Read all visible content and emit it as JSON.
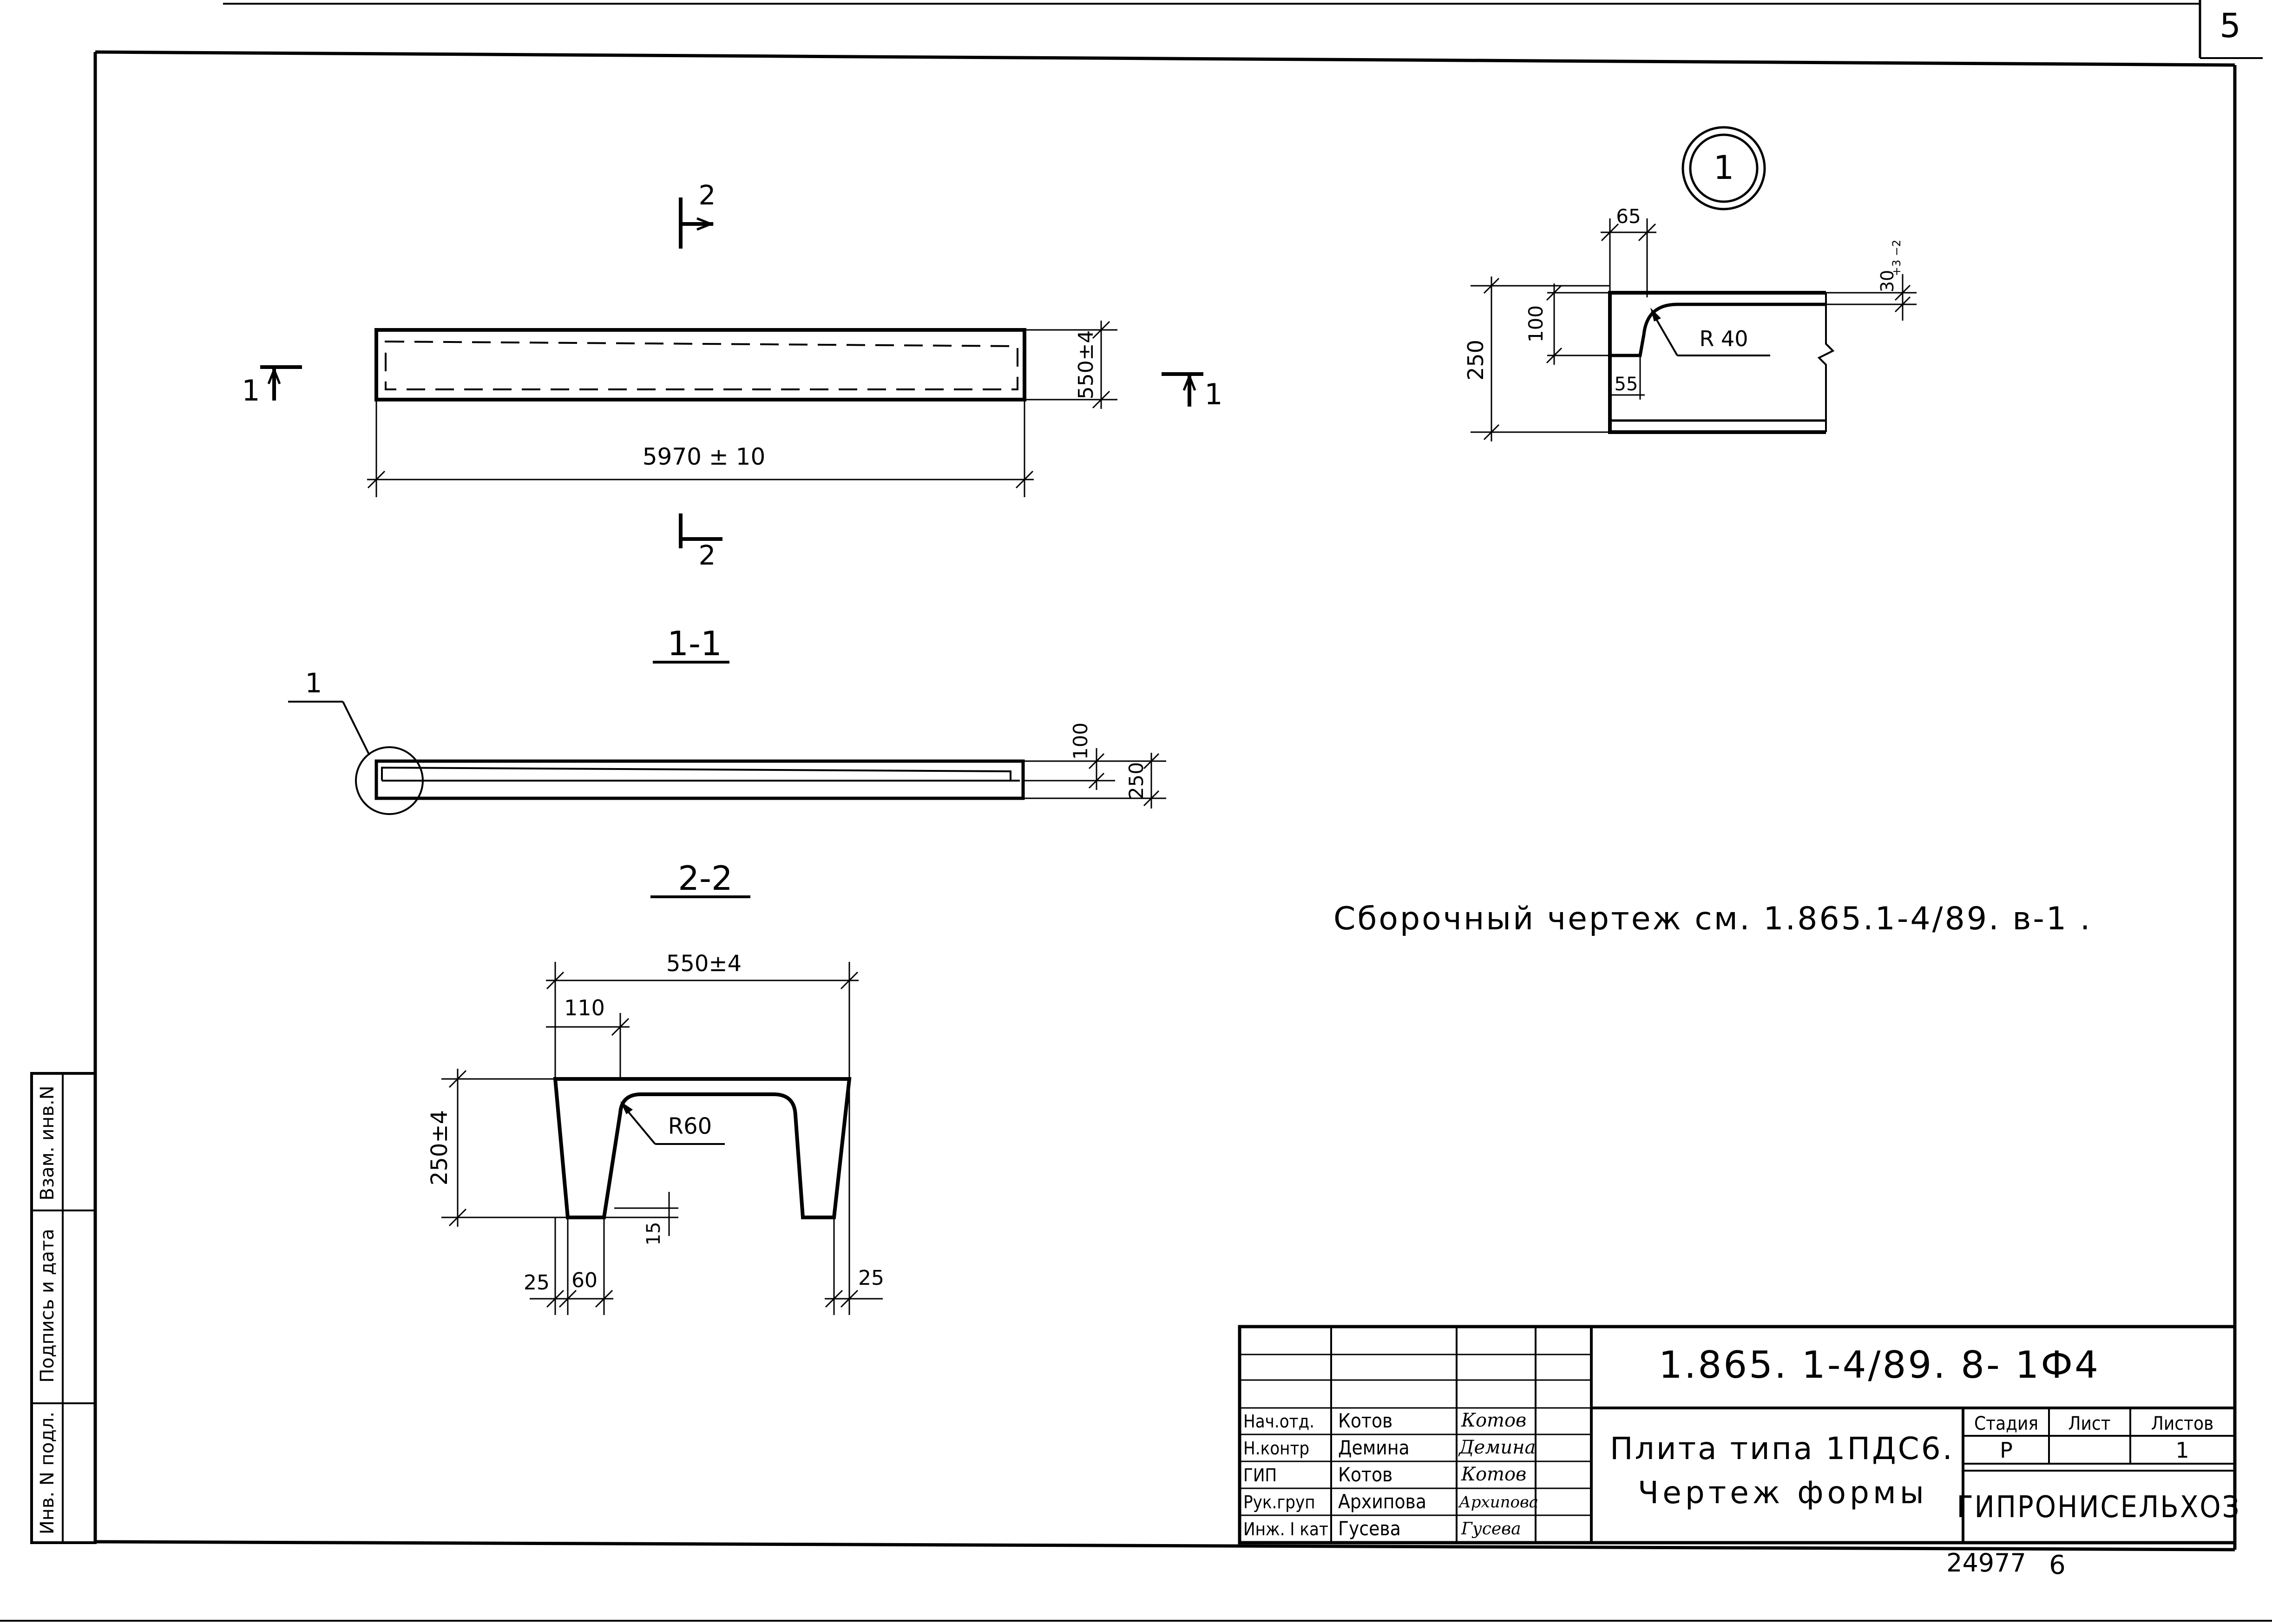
{
  "sheet": {
    "page_number": "5",
    "bottom_number": "24977",
    "bottom_suffix": "6"
  },
  "plan_view": {
    "section_mark_1": "1",
    "section_mark_2": "2",
    "length_dim": "5970 ± 10",
    "width_dim": "550±4"
  },
  "section_1_1": {
    "title": "1-1",
    "callout": "1",
    "dim_100": "100",
    "dim_250": "250"
  },
  "section_2_2": {
    "title": "2-2",
    "dim_width": "550±4",
    "dim_110": "110",
    "dim_height": "250±4",
    "radius": "R60",
    "dim_15": "15",
    "dim_25_left": "25",
    "dim_60": "60",
    "dim_25_right": "25"
  },
  "detail_1": {
    "marker": "1",
    "dim_65": "65",
    "dim_30": "30",
    "dim_30_tol": "+3 −2",
    "dim_100": "100",
    "dim_250": "250",
    "dim_55": "55",
    "radius": "R 40"
  },
  "note": "Сборочный чертеж см. 1.865.1-4/89. в-1 .",
  "title_block": {
    "doc_code": "1.865. 1-4/89. 8- 1Ф4",
    "name_line1": "Плита типа 1ПДС6.",
    "name_line2": "Чертеж формы",
    "stage_header": "Стадия",
    "sheet_header": "Лист",
    "sheets_header": "Листов",
    "stage": "Р",
    "sheet": "",
    "sheets": "1",
    "organization": "ГИПРОНИСЕЛЬХОЗ",
    "signatures": [
      {
        "role": "Нач.отд.",
        "name": "Котов",
        "sign": "Котов"
      },
      {
        "role": "Н.контр",
        "name": "Демина",
        "sign": "Демина"
      },
      {
        "role": "ГИП",
        "name": "Котов",
        "sign": "Котов"
      },
      {
        "role": "Рук.груп",
        "name": "Архипова",
        "sign": "Архипова"
      },
      {
        "role": "Инж. I кат",
        "name": "Гусева",
        "sign": "Гусева"
      }
    ]
  },
  "side_stamp": {
    "field_inv_podl": "Инв. N подл.",
    "field_sign_date": "Подпись и дата",
    "field_vzam_inv": "Взам. инв.N"
  }
}
